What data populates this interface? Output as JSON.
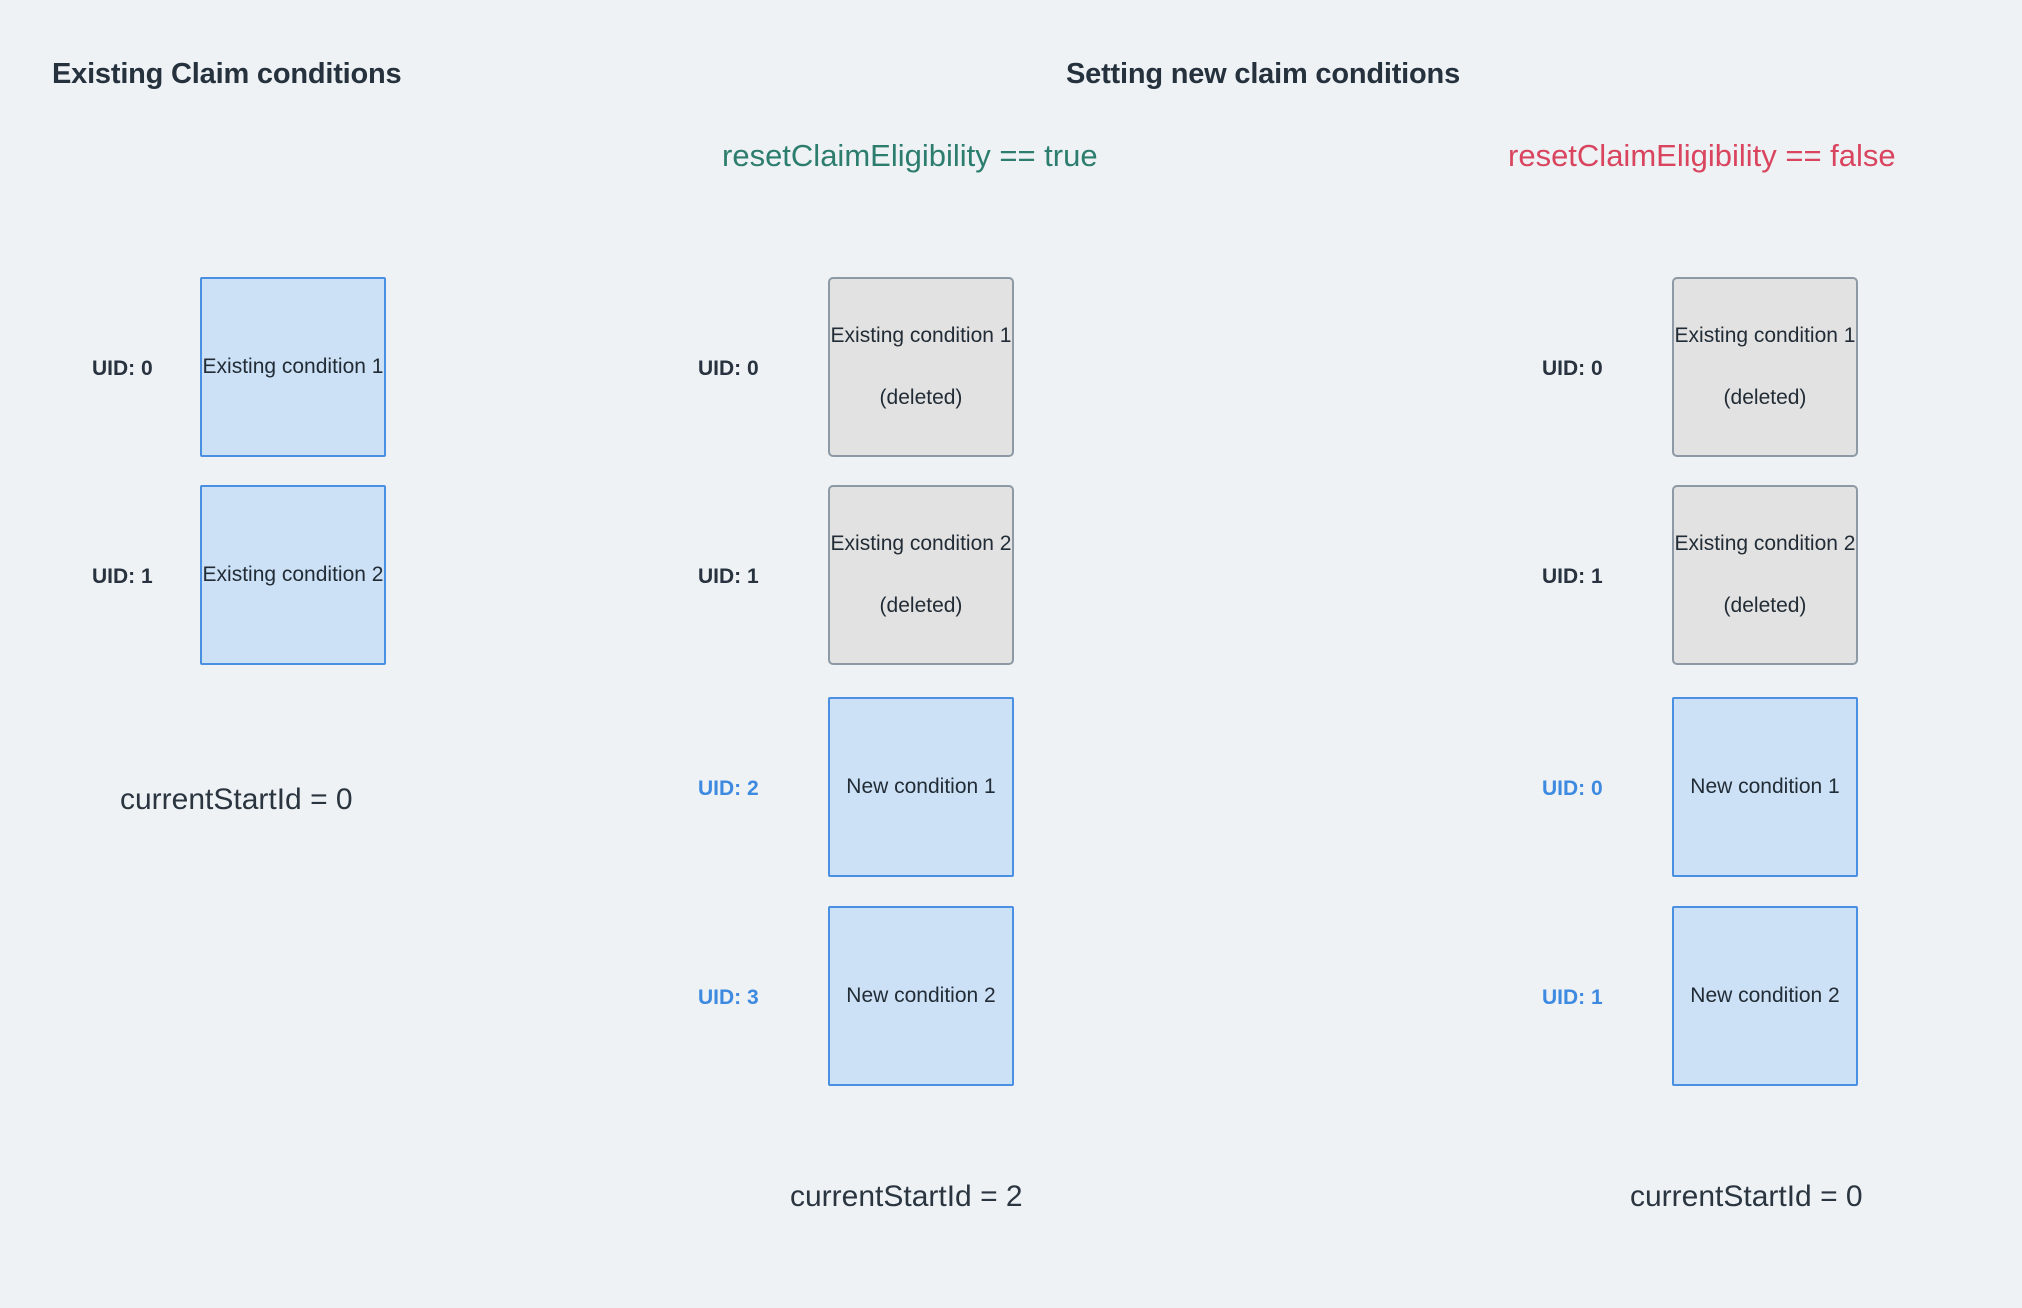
{
  "headings": {
    "left": "Existing Claim conditions",
    "right": "Setting new claim conditions"
  },
  "subtitles": {
    "reset_true": "resetClaimEligibility == true",
    "reset_false": "resetClaimEligibility == false"
  },
  "colors": {
    "background": "#eef2f5",
    "heading_text": "#25313d",
    "subtitle_true": "#2d7d6e",
    "subtitle_false": "#d9455f",
    "box_blue_fill": "#cce1f5",
    "box_blue_border": "#4a90e2",
    "box_gray_fill": "#e2e2e2",
    "box_gray_border": "#8d9aa5",
    "uid_default": "#28333f",
    "uid_accent": "#3d8ae0"
  },
  "columns": [
    {
      "id": "existing",
      "caption": "currentStartId = 0",
      "items": [
        {
          "uid_label": "UID: 0",
          "uid_accent": false,
          "style": "blue",
          "title": "Existing condition 1",
          "sub": ""
        },
        {
          "uid_label": "UID: 1",
          "uid_accent": false,
          "style": "blue",
          "title": "Existing condition 2",
          "sub": ""
        }
      ]
    },
    {
      "id": "reset-true",
      "caption": "currentStartId = 2",
      "items": [
        {
          "uid_label": "UID: 0",
          "uid_accent": false,
          "style": "gray",
          "title": "Existing condition 1",
          "sub": "(deleted)"
        },
        {
          "uid_label": "UID: 1",
          "uid_accent": false,
          "style": "gray",
          "title": "Existing condition 2",
          "sub": "(deleted)"
        },
        {
          "uid_label": "UID: 2",
          "uid_accent": true,
          "style": "blue",
          "title": "New condition 1",
          "sub": ""
        },
        {
          "uid_label": "UID: 3",
          "uid_accent": true,
          "style": "blue",
          "title": "New condition 2",
          "sub": ""
        }
      ]
    },
    {
      "id": "reset-false",
      "caption": "currentStartId = 0",
      "items": [
        {
          "uid_label": "UID: 0",
          "uid_accent": false,
          "style": "gray",
          "title": "Existing condition 1",
          "sub": "(deleted)"
        },
        {
          "uid_label": "UID: 1",
          "uid_accent": false,
          "style": "gray",
          "title": "Existing condition 2",
          "sub": "(deleted)"
        },
        {
          "uid_label": "UID: 0",
          "uid_accent": true,
          "style": "blue",
          "title": "New condition 1",
          "sub": ""
        },
        {
          "uid_label": "UID: 1",
          "uid_accent": true,
          "style": "blue",
          "title": "New condition 2",
          "sub": ""
        }
      ]
    }
  ]
}
